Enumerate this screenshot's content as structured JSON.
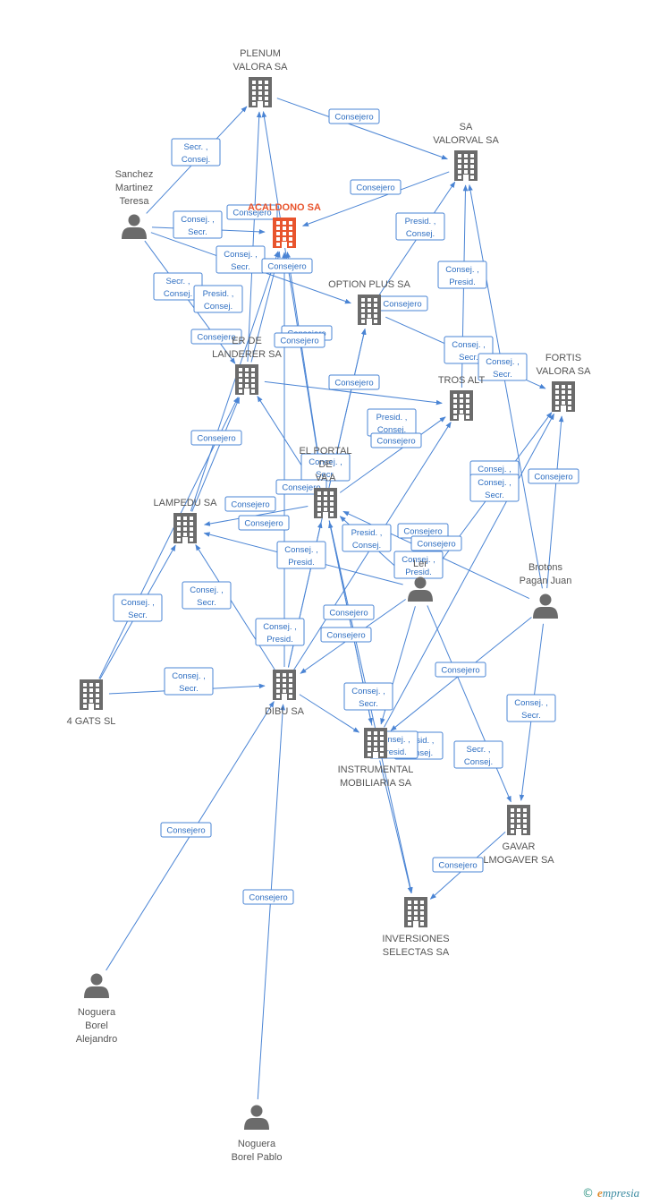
{
  "colors": {
    "edge": "#4a84d4",
    "node": "#6b6b6b",
    "highlight": "#e8542d"
  },
  "nodes": [
    {
      "id": "plenum",
      "type": "company",
      "label": [
        "PLENUM",
        "VALORA SA"
      ]
    },
    {
      "id": "valorval",
      "type": "company",
      "label": [
        "SA",
        "VALORVAL SA"
      ]
    },
    {
      "id": "sanchez",
      "type": "person",
      "label": [
        "Sanchez",
        "Martinez",
        "Teresa"
      ]
    },
    {
      "id": "acaldono",
      "type": "company",
      "label": [
        "ACALDONO SA"
      ],
      "highlight": true
    },
    {
      "id": "option",
      "type": "company",
      "label": [
        "OPTION PLUS SA"
      ]
    },
    {
      "id": "landerer",
      "type": "company",
      "label": [
        "ER DE",
        "LANDERER SA"
      ]
    },
    {
      "id": "fortis",
      "type": "company",
      "label": [
        "FORTIS",
        "VALORA SA"
      ]
    },
    {
      "id": "tros",
      "type": "company",
      "label": [
        "TROS ALT"
      ]
    },
    {
      "id": "portal",
      "type": "company",
      "label": [
        "EL PORTAL",
        "DE",
        "VA          A"
      ]
    },
    {
      "id": "lampedu",
      "type": "company",
      "label": [
        "LAMPEDU SA"
      ]
    },
    {
      "id": "ler",
      "type": "person",
      "label": [
        "Ler"
      ]
    },
    {
      "id": "brotons",
      "type": "person",
      "label": [
        "Brotons",
        "Pagan Juan"
      ]
    },
    {
      "id": "gats",
      "type": "company",
      "label": [
        "4 GATS SL"
      ]
    },
    {
      "id": "dibu",
      "type": "company",
      "label": [
        "DIBU SA"
      ]
    },
    {
      "id": "instrumental",
      "type": "company",
      "label": [
        "INSTRUMENTAL",
        "MOBILIARIA SA"
      ]
    },
    {
      "id": "gavar",
      "type": "company",
      "label": [
        "GAVAR",
        "LMOGAVER SA"
      ]
    },
    {
      "id": "inversiones",
      "type": "company",
      "label": [
        "INVERSIONES",
        "SELECTAS SA"
      ]
    },
    {
      "id": "nogueraA",
      "type": "person",
      "label": [
        "Noguera",
        "Borel",
        "Alejandro"
      ]
    },
    {
      "id": "nogueraP",
      "type": "person",
      "label": [
        "Noguera",
        "Borel Pablo"
      ]
    }
  ],
  "edges": [
    {
      "from": "plenum",
      "to": "valorval",
      "label": [
        "Consejero"
      ]
    },
    {
      "from": "sanchez",
      "to": "plenum",
      "label": [
        "Secr. ,",
        "Consej."
      ]
    },
    {
      "from": "valorval",
      "to": "acaldono",
      "label": [
        "Consejero"
      ]
    },
    {
      "from": "sanchez",
      "to": "acaldono",
      "label": [
        "Consej. ,",
        "Secr."
      ]
    },
    {
      "from": "landerer",
      "to": "acaldono",
      "label": [
        "Consejero"
      ]
    },
    {
      "from": "option",
      "to": "valorval",
      "label": [
        "Presid. ,",
        "Consej."
      ]
    },
    {
      "from": "sanchez",
      "to": "option",
      "label": [
        "Consej. ,",
        "Secr."
      ]
    },
    {
      "from": "portal",
      "to": "acaldono",
      "label": [
        "Consejero"
      ]
    },
    {
      "from": "sanchez",
      "to": "landerer",
      "label": [
        "Secr. ,",
        "Consej."
      ]
    },
    {
      "from": "landerer",
      "to": "plenum",
      "label": [
        "Presid. ,",
        "Consej."
      ]
    },
    {
      "from": "portal",
      "to": "option",
      "label": [
        "Consejero"
      ]
    },
    {
      "from": "tros",
      "to": "valorval",
      "label": [
        "Consej. ,",
        "Presid."
      ]
    },
    {
      "from": "lampedu",
      "to": "acaldono",
      "label": [
        "Consejero"
      ]
    },
    {
      "from": "dibu",
      "to": "option",
      "label": [
        "Consejero"
      ]
    },
    {
      "from": "option",
      "to": "fortis",
      "label": [
        "Consej. ,",
        "Secr."
      ]
    },
    {
      "from": "brotons",
      "to": "valorval",
      "label": [
        "Consej. ,",
        "Secr."
      ]
    },
    {
      "from": "landerer",
      "to": "tros",
      "label": [
        "Consejero"
      ]
    },
    {
      "from": "lampedu",
      "to": "landerer",
      "label": [
        "Consejero"
      ]
    },
    {
      "from": "portal",
      "to": "tros",
      "label": [
        "Presid. ,",
        "Consej."
      ]
    },
    {
      "from": "dibu",
      "to": "tros",
      "label": [
        "Consejero"
      ]
    },
    {
      "from": "portal",
      "to": "landerer",
      "label": [
        "Consejero"
      ]
    },
    {
      "from": "portal",
      "to": "plenum",
      "label": [
        "Consej. ,",
        "Secr."
      ]
    },
    {
      "from": "brotons",
      "to": "fortis",
      "label": [
        "Consejero"
      ]
    },
    {
      "from": "instrumental",
      "to": "fortis",
      "label": [
        "Consej. ,",
        "Secr."
      ]
    },
    {
      "from": "ler",
      "to": "fortis",
      "label": [
        "Consej. ,",
        "Secr."
      ]
    },
    {
      "from": "portal",
      "to": "lampedu",
      "label": [
        "Consejero"
      ]
    },
    {
      "from": "dibu",
      "to": "lampedu",
      "label": [
        "Consejero"
      ]
    },
    {
      "from": "dibu",
      "to": "portal",
      "label": [
        "Consejero"
      ]
    },
    {
      "from": "ler",
      "to": "portal",
      "label": [
        "Presid. ,",
        "Consej."
      ]
    },
    {
      "from": "brotons",
      "to": "portal",
      "label": [
        "Consejero"
      ]
    },
    {
      "from": "ler",
      "to": "lampedu",
      "label": [
        "Consej. ,",
        "Presid."
      ]
    },
    {
      "from": "instrumental",
      "to": "portal",
      "label": [
        "Consejero"
      ]
    },
    {
      "from": "gats",
      "to": "lampedu",
      "label": [
        "Consej. ,",
        "Secr."
      ]
    },
    {
      "from": "gats",
      "to": "landerer",
      "label": [
        "Consej. ,",
        "Secr."
      ]
    },
    {
      "from": "dibu",
      "to": "acaldono",
      "label": [
        "Consej. ,",
        "Presid."
      ]
    },
    {
      "from": "portal",
      "to": "instrumental",
      "label": [
        "Consejero"
      ]
    },
    {
      "from": "ler",
      "to": "dibu",
      "label": [
        "Consej. ,",
        "Presid."
      ]
    },
    {
      "from": "ler",
      "to": "instrumental",
      "label": [
        "Consejero"
      ]
    },
    {
      "from": "brotons",
      "to": "instrumental",
      "label": [
        "Consej. ,",
        "Secr."
      ]
    },
    {
      "from": "gats",
      "to": "dibu",
      "label": [
        "Consej. ,",
        "Secr."
      ]
    },
    {
      "from": "dibu",
      "to": "instrumental",
      "label": [
        "Consejero"
      ]
    },
    {
      "from": "portal",
      "to": "inversiones",
      "label": [
        "Presid. ,",
        "Consej."
      ]
    },
    {
      "from": "instrumental",
      "to": "inversiones",
      "label": [
        "Consej. ,",
        "Presid."
      ]
    },
    {
      "from": "brotons",
      "to": "gavar",
      "label": [
        "Consej. ,",
        "Secr."
      ]
    },
    {
      "from": "ler",
      "to": "gavar",
      "label": [
        "Secr. ,",
        "Consej."
      ]
    },
    {
      "from": "gavar",
      "to": "inversiones",
      "label": [
        "Consejero"
      ]
    },
    {
      "from": "nogueraA",
      "to": "dibu",
      "label": [
        "Consejero"
      ]
    },
    {
      "from": "nogueraP",
      "to": "dibu",
      "label": [
        "Consejero"
      ]
    }
  ],
  "footer": {
    "copyright": "©",
    "brand_initial": "e",
    "brand_rest": "mpresia"
  }
}
